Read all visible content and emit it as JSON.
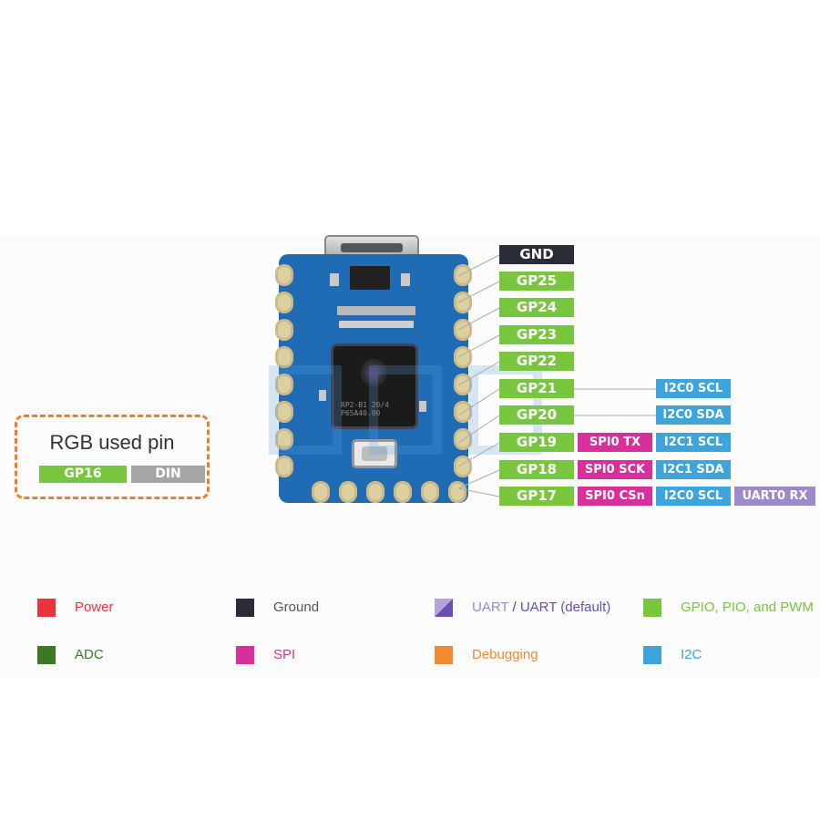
{
  "board": {
    "chip_text": "RP2-B1 20/4\nP65A40.00"
  },
  "pins": [
    {
      "name": "GND",
      "type": "ground",
      "functions": []
    },
    {
      "name": "GP25",
      "type": "gpio",
      "functions": []
    },
    {
      "name": "GP24",
      "type": "gpio",
      "functions": []
    },
    {
      "name": "GP23",
      "type": "gpio",
      "functions": []
    },
    {
      "name": "GP22",
      "type": "gpio",
      "functions": []
    },
    {
      "name": "GP21",
      "type": "gpio",
      "functions": [
        "I2C0 SCL"
      ]
    },
    {
      "name": "GP20",
      "type": "gpio",
      "functions": [
        "I2C0 SDA"
      ]
    },
    {
      "name": "GP19",
      "type": "gpio",
      "functions": [
        "SPI0 TX",
        "I2C1 SCL"
      ]
    },
    {
      "name": "GP18",
      "type": "gpio",
      "functions": [
        "SPI0 SCK",
        "I2C1 SDA"
      ]
    },
    {
      "name": "GP17",
      "type": "gpio",
      "functions": [
        "SPI0 CSn",
        "I2C0 SCL",
        "UART0 RX"
      ]
    }
  ],
  "rgb_box": {
    "title": "RGB used pin",
    "gpio": "GP16",
    "signal": "DIN"
  },
  "legend": [
    {
      "label": "Power",
      "color": "#e8343b"
    },
    {
      "label": "Ground",
      "color": "#2a2d37"
    },
    {
      "label_a": "UART",
      "label_sep": " / ",
      "label_b": "UART (default)",
      "color": "#9e88cc",
      "color_b": "#6a4fb0"
    },
    {
      "label": "GPIO, PIO, and PWM",
      "color": "#78c53e"
    },
    {
      "label": "ADC",
      "color": "#3b7a25"
    },
    {
      "label": "SPI",
      "color": "#d8309b"
    },
    {
      "label": "Debugging",
      "color": "#ef8b2c"
    },
    {
      "label": "I2C",
      "color": "#3da4dc"
    }
  ]
}
